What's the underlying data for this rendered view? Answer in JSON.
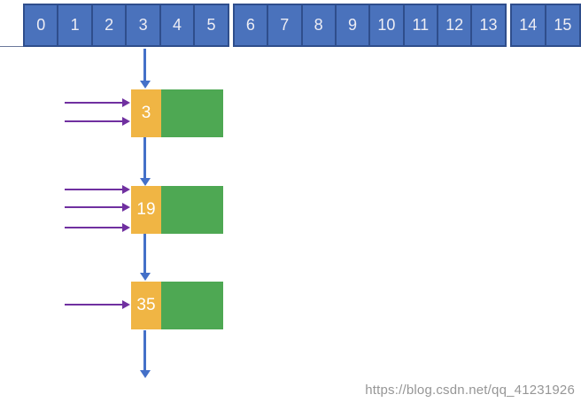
{
  "hash_table": {
    "cells": [
      "0",
      "1",
      "2",
      "3",
      "4",
      "5",
      "6",
      "7",
      "8",
      "9",
      "10",
      "11",
      "12",
      "13",
      "14",
      "15"
    ],
    "group_splits_after": [
      "5",
      "13"
    ]
  },
  "chain": {
    "bucket_label": "3",
    "nodes": [
      {
        "key": "3",
        "incoming_arrows": 2
      },
      {
        "key": "19",
        "incoming_arrows": 3
      },
      {
        "key": "35",
        "incoming_arrows": 1
      }
    ],
    "terminates_with_arrow": true
  },
  "watermark": {
    "text": "https://blog.csdn.net/qq_41231926"
  },
  "colors": {
    "cell_blue": "#4A72BC",
    "cell_border_blue": "#2F4E8C",
    "node_key_orange": "#F0B544",
    "node_next_green": "#4EA853",
    "arrow_blue": "#4470C8",
    "arrow_purple": "#7030A0",
    "watermark_gray": "#969696",
    "background": "#FFFFFF"
  }
}
